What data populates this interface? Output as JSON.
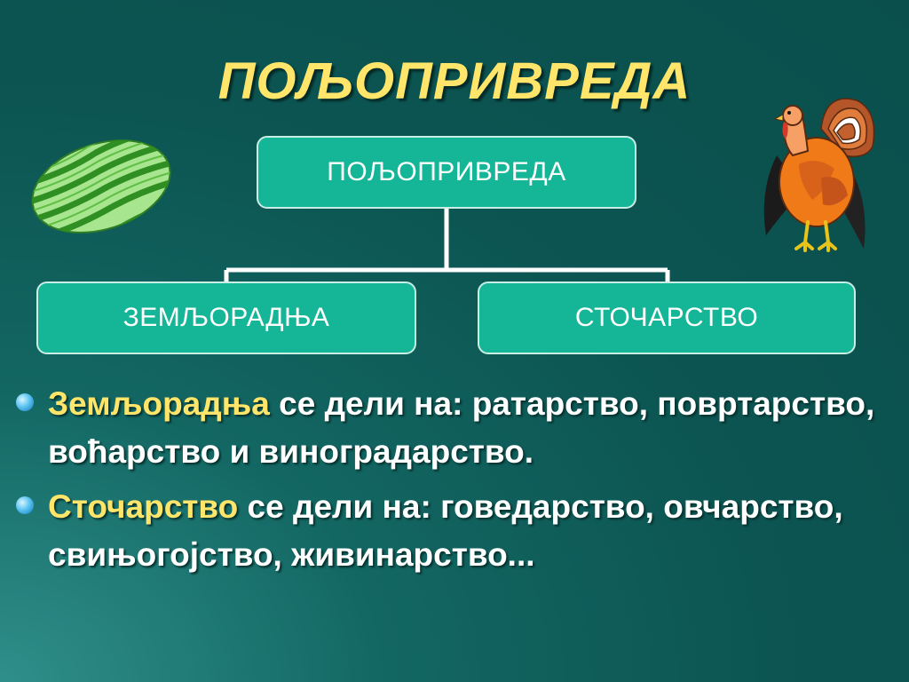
{
  "title": "ПОЉОПРИВРЕДА",
  "diagram": {
    "root": "ПОЉОПРИВРЕДА",
    "left": "ЗЕМЉОРАДЊА",
    "right": "СТОЧАРСТВО"
  },
  "bullets": [
    {
      "term": "Земљорадња",
      "rest": " се дели на: ратарство, повртарство, воћарство и виноградарство."
    },
    {
      "term": "Сточарство",
      "rest": " се дели на: говедарство, овчарство, свињогојство, живинарство..."
    }
  ],
  "icons": [
    "watermelon-icon",
    "turkey-icon",
    "bullet-dot-icon"
  ],
  "colors": {
    "background": "#0c5552",
    "title": "#ffe66b",
    "box_fill": "#14b697",
    "highlight": "#ffe66b"
  }
}
